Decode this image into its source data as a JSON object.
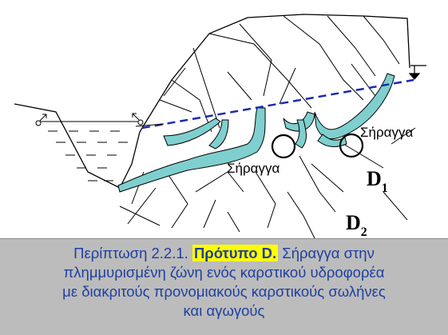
{
  "labels": {
    "tunnel_upper": "Σήραγγα",
    "tunnel_lower": "Σήραγγα",
    "zone_d1_letter": "D",
    "zone_d1_sub": "1",
    "zone_d2_letter": "D",
    "zone_d2_sub": "2"
  },
  "caption": {
    "prefix": "Περίπτωση 2.2.1. ",
    "highlight": "Πρότυπο D.",
    "line1_rest": " Σήραγγα στην",
    "line2": "πλημμυρισμένη ζώνη ενός καρστικού υδροφορέα",
    "line3": "με διακριτούς προνομιακούς καρστικούς σωλήνες",
    "line4": "και αγωγούς"
  },
  "colors": {
    "karst_conduit": "#7fcfcf",
    "water_table": "#1a2bb0",
    "caption_text": "#1f3f9f",
    "caption_background": "#bcbcbc",
    "highlight": "#ffff00"
  }
}
